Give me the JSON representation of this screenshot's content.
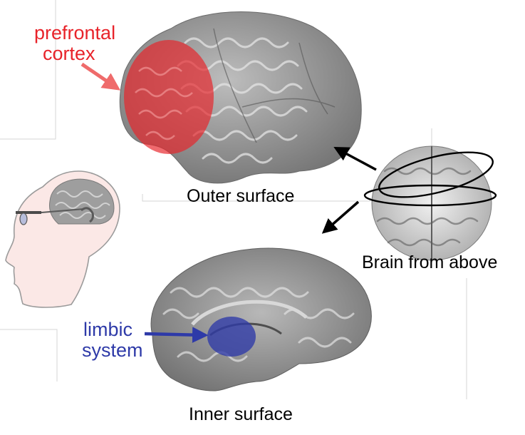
{
  "labels": {
    "prefrontal_line1": "prefrontal",
    "prefrontal_line2": "cortex",
    "outer_surface": "Outer surface",
    "brain_from_above": "Brain from above",
    "limbic_line1": "limbic",
    "limbic_line2": "system",
    "inner_surface": "Inner surface"
  },
  "colors": {
    "prefrontal": "#e8232a",
    "limbic": "#2e3aa8",
    "brain_gray": "#8d8d8d",
    "head_fill": "#fbe8e6"
  }
}
